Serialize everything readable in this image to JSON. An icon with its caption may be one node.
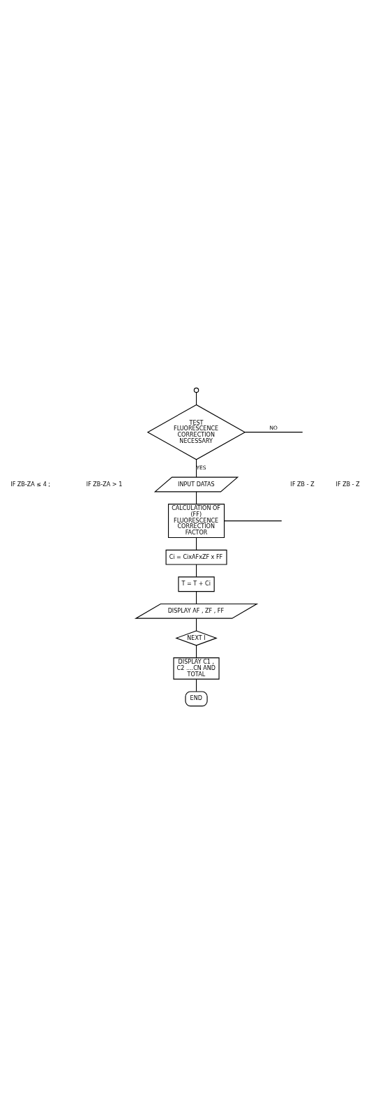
{
  "diagram": {
    "nodes": [
      {
        "text": [],
        "shape": "circle"
      },
      {
        "text": [
          "TEST FLUORESCENCE CORRECTION NECESSARY"
        ]
      },
      {
        "text": [
          "INPUT DATAS"
        ]
      },
      {
        "text": [
          "CALCULATION OF (FF) FLUORESCENCE CORRECTION FACTOR"
        ]
      },
      {
        "text": [
          "Ci = CixAFxZF x FF"
        ]
      },
      {
        "text": [
          "T = T + Ci"
        ]
      },
      {
        "text": [
          "DISPLAY AF , ZF , FF"
        ]
      },
      {
        "text": [
          "NEXT I"
        ]
      },
      {
        "text": [
          "DISPLAY C1 , C2 ....CN AND TOTAL"
        ]
      },
      {
        "text": [
          "END"
        ]
      }
    ],
    "edges": [
      {
        "from": 0,
        "to": 1,
        "arrow": "none"
      },
      {
        "from": 1,
        "to": null,
        "arrow": "none",
        "label": "NO"
      },
      {
        "from": 1,
        "to": 2,
        "arrow": "none",
        "label": "YES"
      },
      {
        "from": 2,
        "to": 3,
        "arrow": "none"
      },
      {
        "from": 3,
        "to": null,
        "arrow": "none"
      },
      {
        "from": 3,
        "to": 4,
        "arrow": "none"
      },
      {
        "from": 4,
        "to": 5,
        "arrow": "none"
      },
      {
        "from": 5,
        "to": 6,
        "arrow": "none"
      },
      {
        "from": 6,
        "to": 7,
        "arrow": "none"
      },
      {
        "from": 7,
        "to": 8,
        "arrow": "none"
      },
      {
        "from": 8,
        "to": 9,
        "arrow": "none"
      }
    ],
    "labels": [
      "IF ZB - Z",
      "IF ZB - Z",
      "IF ZB-ZA ≤ 4 ;",
      "IF ZB-ZA > 1"
    ]
  }
}
